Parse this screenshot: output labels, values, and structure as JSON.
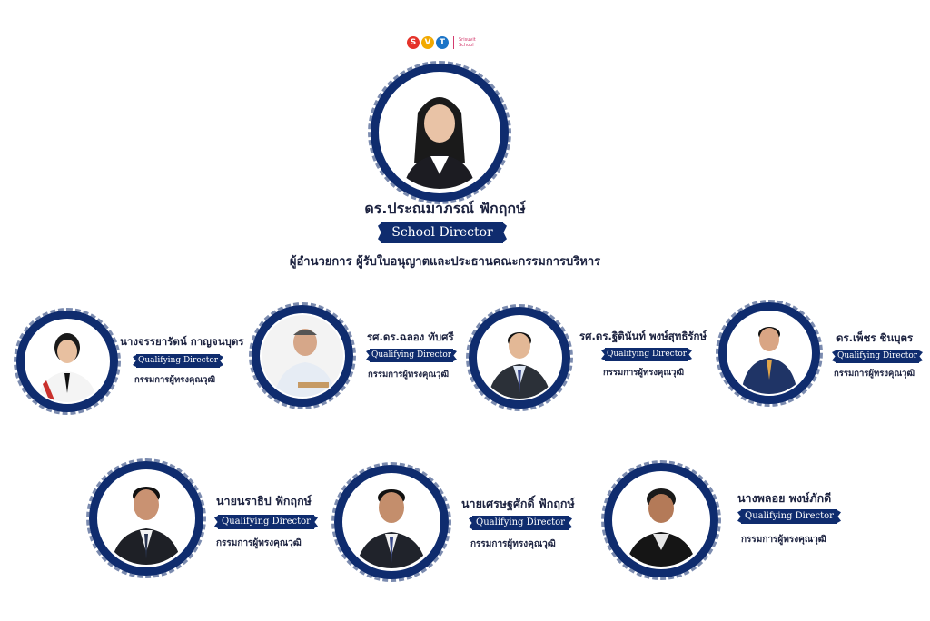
{
  "logo": {
    "letters": [
      "S",
      "V",
      "T"
    ],
    "wordmark_line1": "Srisuvit",
    "wordmark_line2": "School",
    "colors": [
      "#e5332a",
      "#f2a900",
      "#1b74c7"
    ]
  },
  "director": {
    "name": "ดร.ประณมาภรณ์ ฟักฤกษ์",
    "title": "School Director",
    "role": "ผู้อำนวยการ ผู้รับใบอนุญาตและประธานคณะกรรมการบริหาร"
  },
  "members": [
    {
      "name": "นางจรรยารัตน์ กาญจนบุตร",
      "title": "Qualifying Director",
      "role": "กรรมการผู้ทรงคุณวุฒิ"
    },
    {
      "name": "รศ.ดร.ฉลอง ทับศรี",
      "title": "Qualifying Director",
      "role": "กรรมการผู้ทรงคุณวุฒิ"
    },
    {
      "name": "รศ.ดร.ฐิตินันท์ พงษ์สุทธิรักษ์",
      "title": "Qualifying Director",
      "role": "กรรมการผู้ทรงคุณวุฒิ"
    },
    {
      "name": "ดร.เพ็ชร ชินบุตร",
      "title": "Qualifying Director",
      "role": "กรรมการผู้ทรงคุณวุฒิ"
    },
    {
      "name": "นายนราธิป ฟักฤกษ์",
      "title": "Qualifying Director",
      "role": "กรรมการผู้ทรงคุณวุฒิ"
    },
    {
      "name": "นายเศรษฐศักดิ์ ฟักฤกษ์",
      "title": "Qualifying Director",
      "role": "กรรมการผู้ทรงคุณวุฒิ"
    },
    {
      "name": "นางพลอย พงษ์ภักดี",
      "title": "Qualifying Director",
      "role": "กรรมการผู้ทรงคุณวุฒิ"
    }
  ],
  "colors": {
    "navy": "#0f2c6e",
    "text": "#1d2340"
  }
}
